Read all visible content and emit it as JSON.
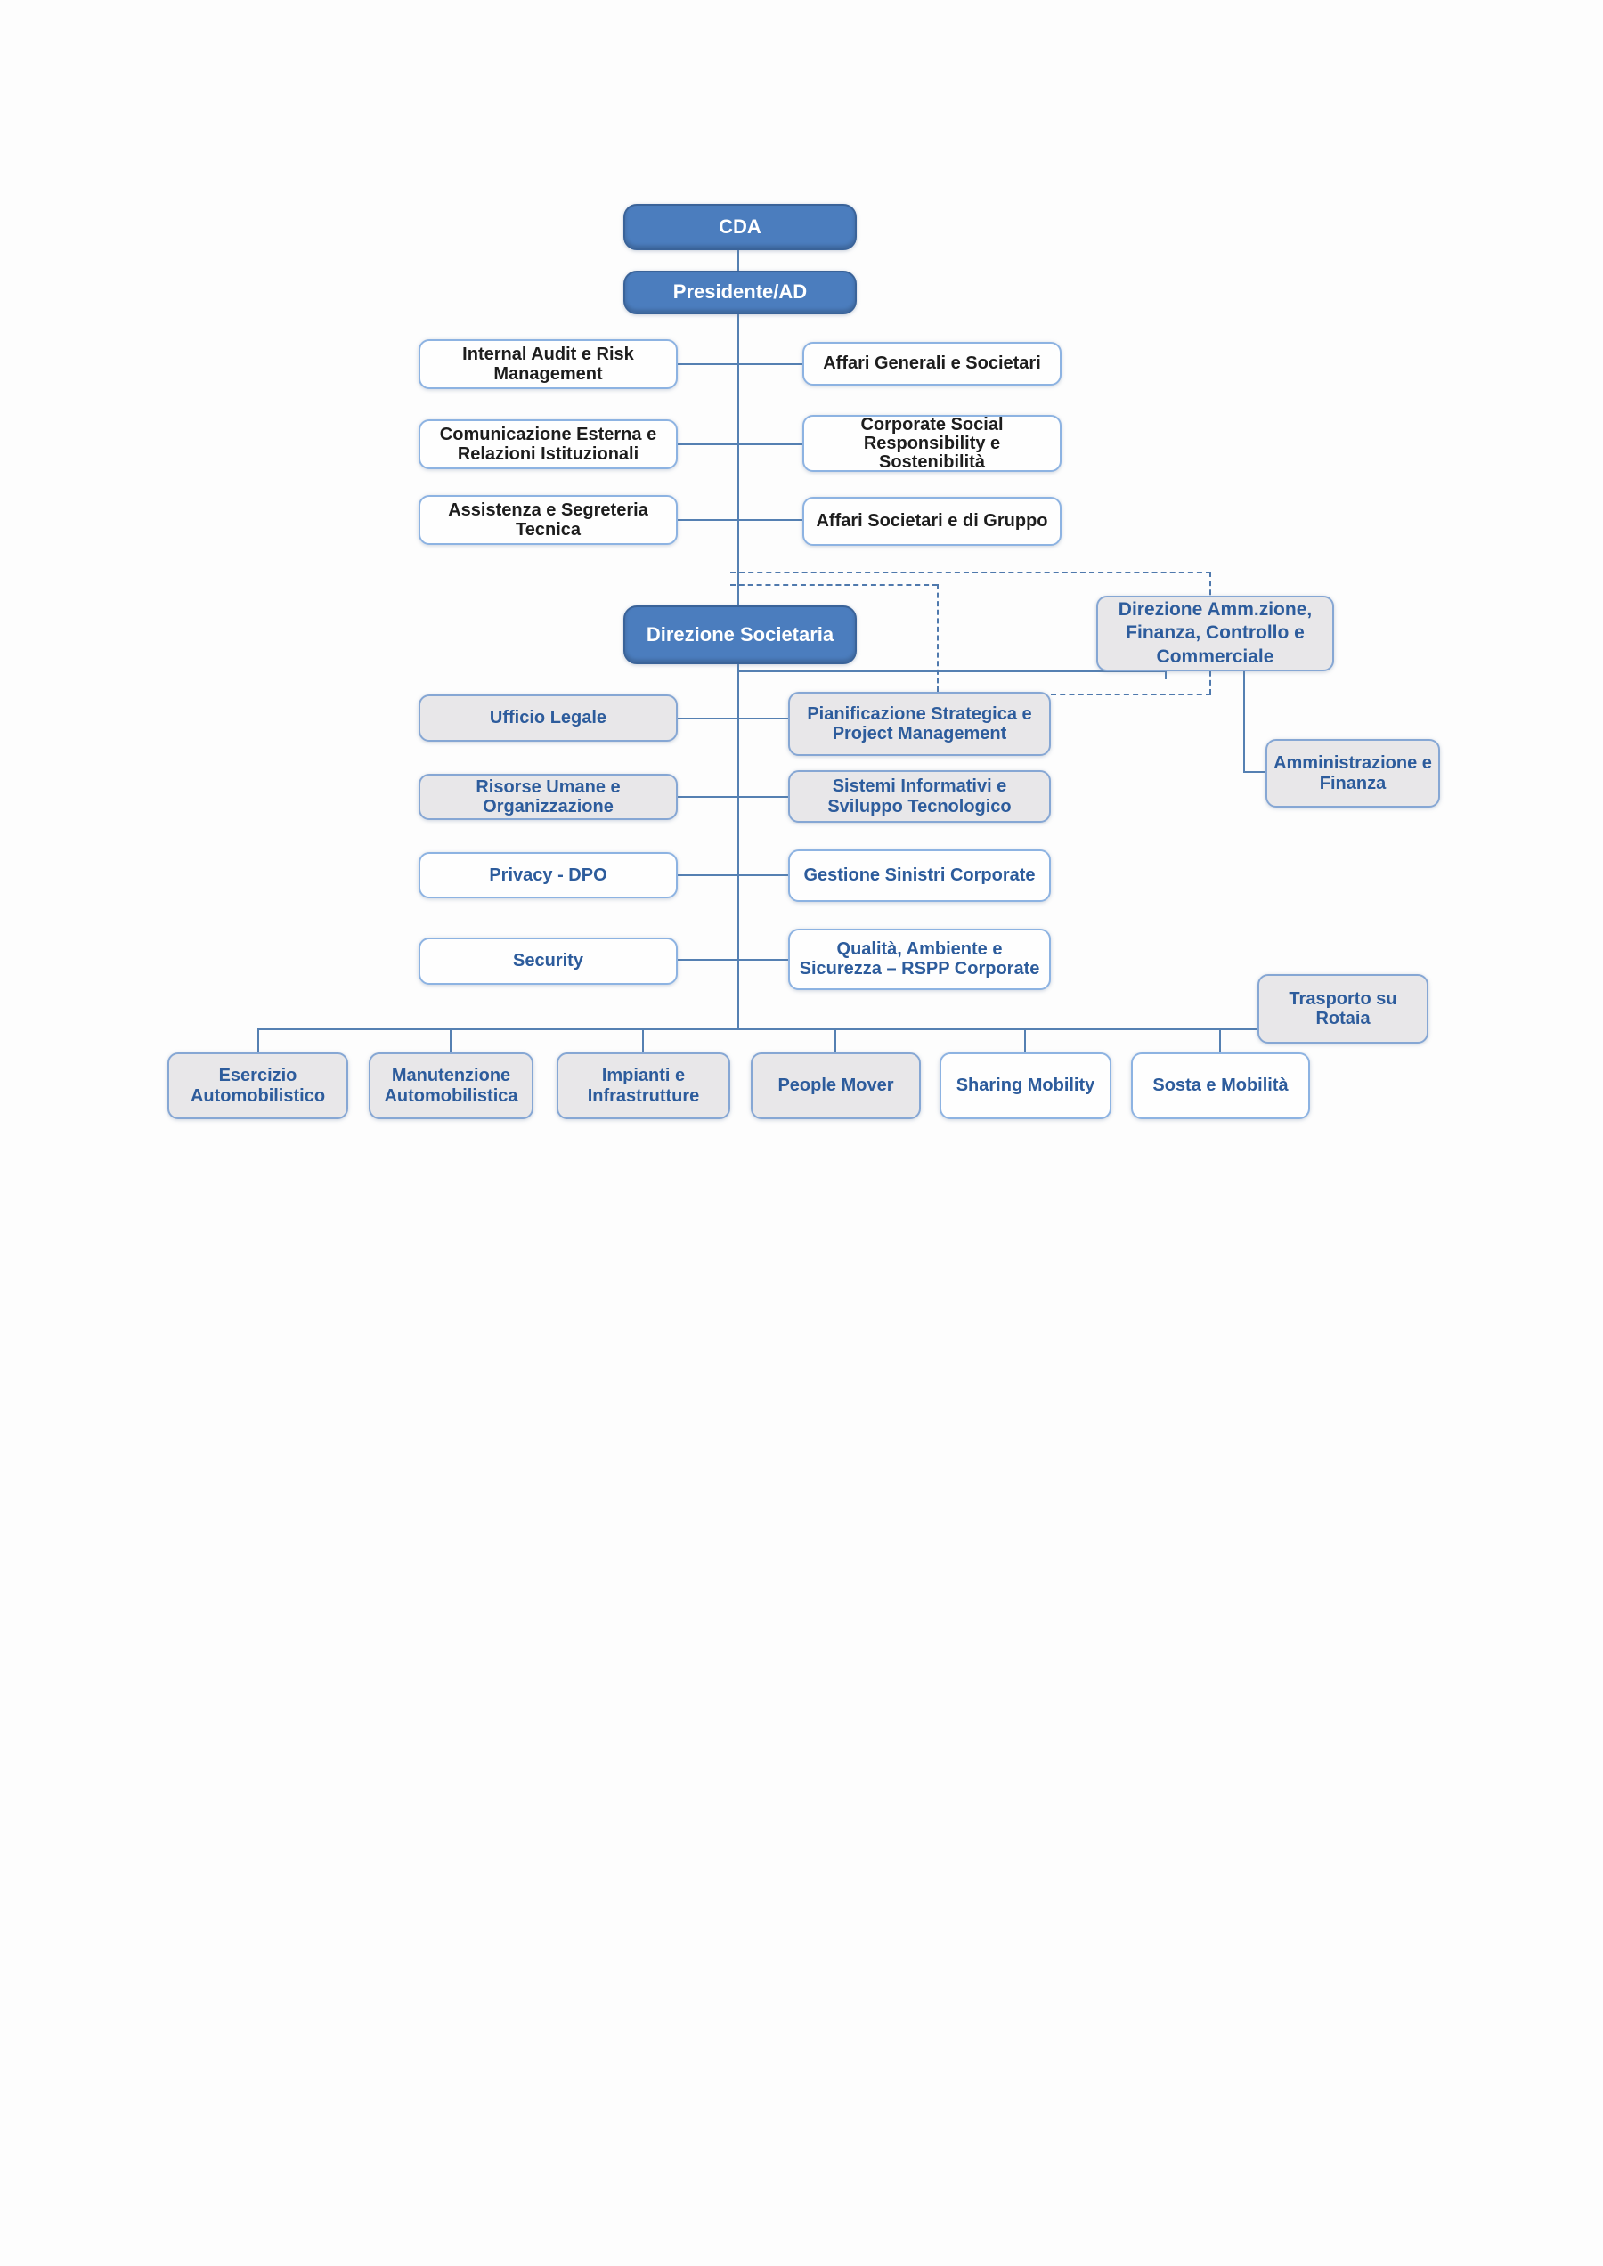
{
  "document": {
    "type": "organigramma",
    "language": "it"
  },
  "colors": {
    "primary_box_fill": "#4b7dbe",
    "primary_box_border": "#3a6399",
    "gray_box_fill": "#e8e7e9",
    "box_border_blue": "#8db3e2",
    "blue_text": "#2d5c9c",
    "dark_text": "#1d1d1d",
    "connector_line": "#5580b2"
  },
  "nodes": {
    "cda": {
      "label": "CDA"
    },
    "presidente": {
      "label": "Presidente/AD"
    },
    "internal_audit": {
      "label": "Internal Audit e Risk Management"
    },
    "affari_generali": {
      "label": "Affari Generali e Societari"
    },
    "comunicazione": {
      "label": "Comunicazione  Esterna e Relazioni Istituzionali"
    },
    "corporate_social": {
      "label": "Corporate Social Responsibility e Sostenibilità"
    },
    "assistenza": {
      "label": "Assistenza e Segreteria Tecnica"
    },
    "affari_societari": {
      "label": "Affari Societari e di Gruppo"
    },
    "direzione_societaria": {
      "label": "Direzione Societaria"
    },
    "direzione_ammzione": {
      "label": "Direzione Amm.zione, Finanza, Controllo e Commerciale"
    },
    "ufficio_legale": {
      "label": "Ufficio Legale"
    },
    "pianificazione": {
      "label": "Pianificazione Strategica e Project Management"
    },
    "risorse_umane": {
      "label": "Risorse Umane e Organizzazione"
    },
    "sistemi_informativi": {
      "label": "Sistemi Informativi e Sviluppo Tecnologico"
    },
    "privacy_dpo": {
      "label": "Privacy - DPO"
    },
    "gestione_sinistri": {
      "label": "Gestione Sinistri Corporate"
    },
    "security": {
      "label": "Security"
    },
    "qualita": {
      "label": "Qualità, Ambiente e Sicurezza – RSPP Corporate"
    },
    "amministrazione_finanza": {
      "label": "Amministrazione e Finanza"
    },
    "trasporto_rotaia": {
      "label": "Trasporto su Rotaia"
    },
    "esercizio": {
      "label": "Esercizio Automobilistico"
    },
    "manutenzione": {
      "label": "Manutenzione Automobilistica"
    },
    "impianti": {
      "label": "Impianti e Infrastrutture"
    },
    "people_mover": {
      "label": "People Mover"
    },
    "sharing_mobility": {
      "label": "Sharing Mobility"
    },
    "sosta_mobilita": {
      "label": "Sosta e Mobilità"
    }
  },
  "connections": [
    {
      "from": "cda",
      "to": "presidente",
      "style": "solid"
    },
    {
      "from": "presidente",
      "to": "internal_audit",
      "style": "solid"
    },
    {
      "from": "presidente",
      "to": "affari_generali",
      "style": "solid"
    },
    {
      "from": "presidente",
      "to": "comunicazione",
      "style": "solid"
    },
    {
      "from": "presidente",
      "to": "corporate_social",
      "style": "solid"
    },
    {
      "from": "presidente",
      "to": "assistenza",
      "style": "solid"
    },
    {
      "from": "presidente",
      "to": "affari_societari",
      "style": "solid"
    },
    {
      "from": "presidente",
      "to": "direzione_societaria",
      "style": "solid"
    },
    {
      "from": "direzione_societaria",
      "to": "direzione_ammzione",
      "style": "solid"
    },
    {
      "from": "trunk",
      "to": "direzione_ammzione",
      "style": "dashed"
    },
    {
      "from": "trunk",
      "to": "pianificazione",
      "style": "dashed"
    },
    {
      "from": "pianificazione",
      "to": "direzione_ammzione",
      "style": "dashed"
    },
    {
      "from": "direzione_societaria",
      "to": "ufficio_legale",
      "style": "solid"
    },
    {
      "from": "direzione_societaria",
      "to": "pianificazione",
      "style": "solid"
    },
    {
      "from": "direzione_societaria",
      "to": "risorse_umane",
      "style": "solid"
    },
    {
      "from": "direzione_societaria",
      "to": "sistemi_informativi",
      "style": "solid"
    },
    {
      "from": "direzione_societaria",
      "to": "privacy_dpo",
      "style": "solid"
    },
    {
      "from": "direzione_societaria",
      "to": "gestione_sinistri",
      "style": "solid"
    },
    {
      "from": "direzione_societaria",
      "to": "security",
      "style": "solid"
    },
    {
      "from": "direzione_societaria",
      "to": "qualita",
      "style": "solid"
    },
    {
      "from": "direzione_ammzione",
      "to": "amministrazione_finanza",
      "style": "solid"
    },
    {
      "from": "trunk",
      "to": "esercizio",
      "style": "solid"
    },
    {
      "from": "trunk",
      "to": "manutenzione",
      "style": "solid"
    },
    {
      "from": "trunk",
      "to": "impianti",
      "style": "solid"
    },
    {
      "from": "trunk",
      "to": "people_mover",
      "style": "solid"
    },
    {
      "from": "trunk",
      "to": "sharing_mobility",
      "style": "solid"
    },
    {
      "from": "trunk",
      "to": "sosta_mobilita",
      "style": "solid"
    },
    {
      "from": "trunk",
      "to": "trasporto_rotaia",
      "style": "solid"
    }
  ]
}
